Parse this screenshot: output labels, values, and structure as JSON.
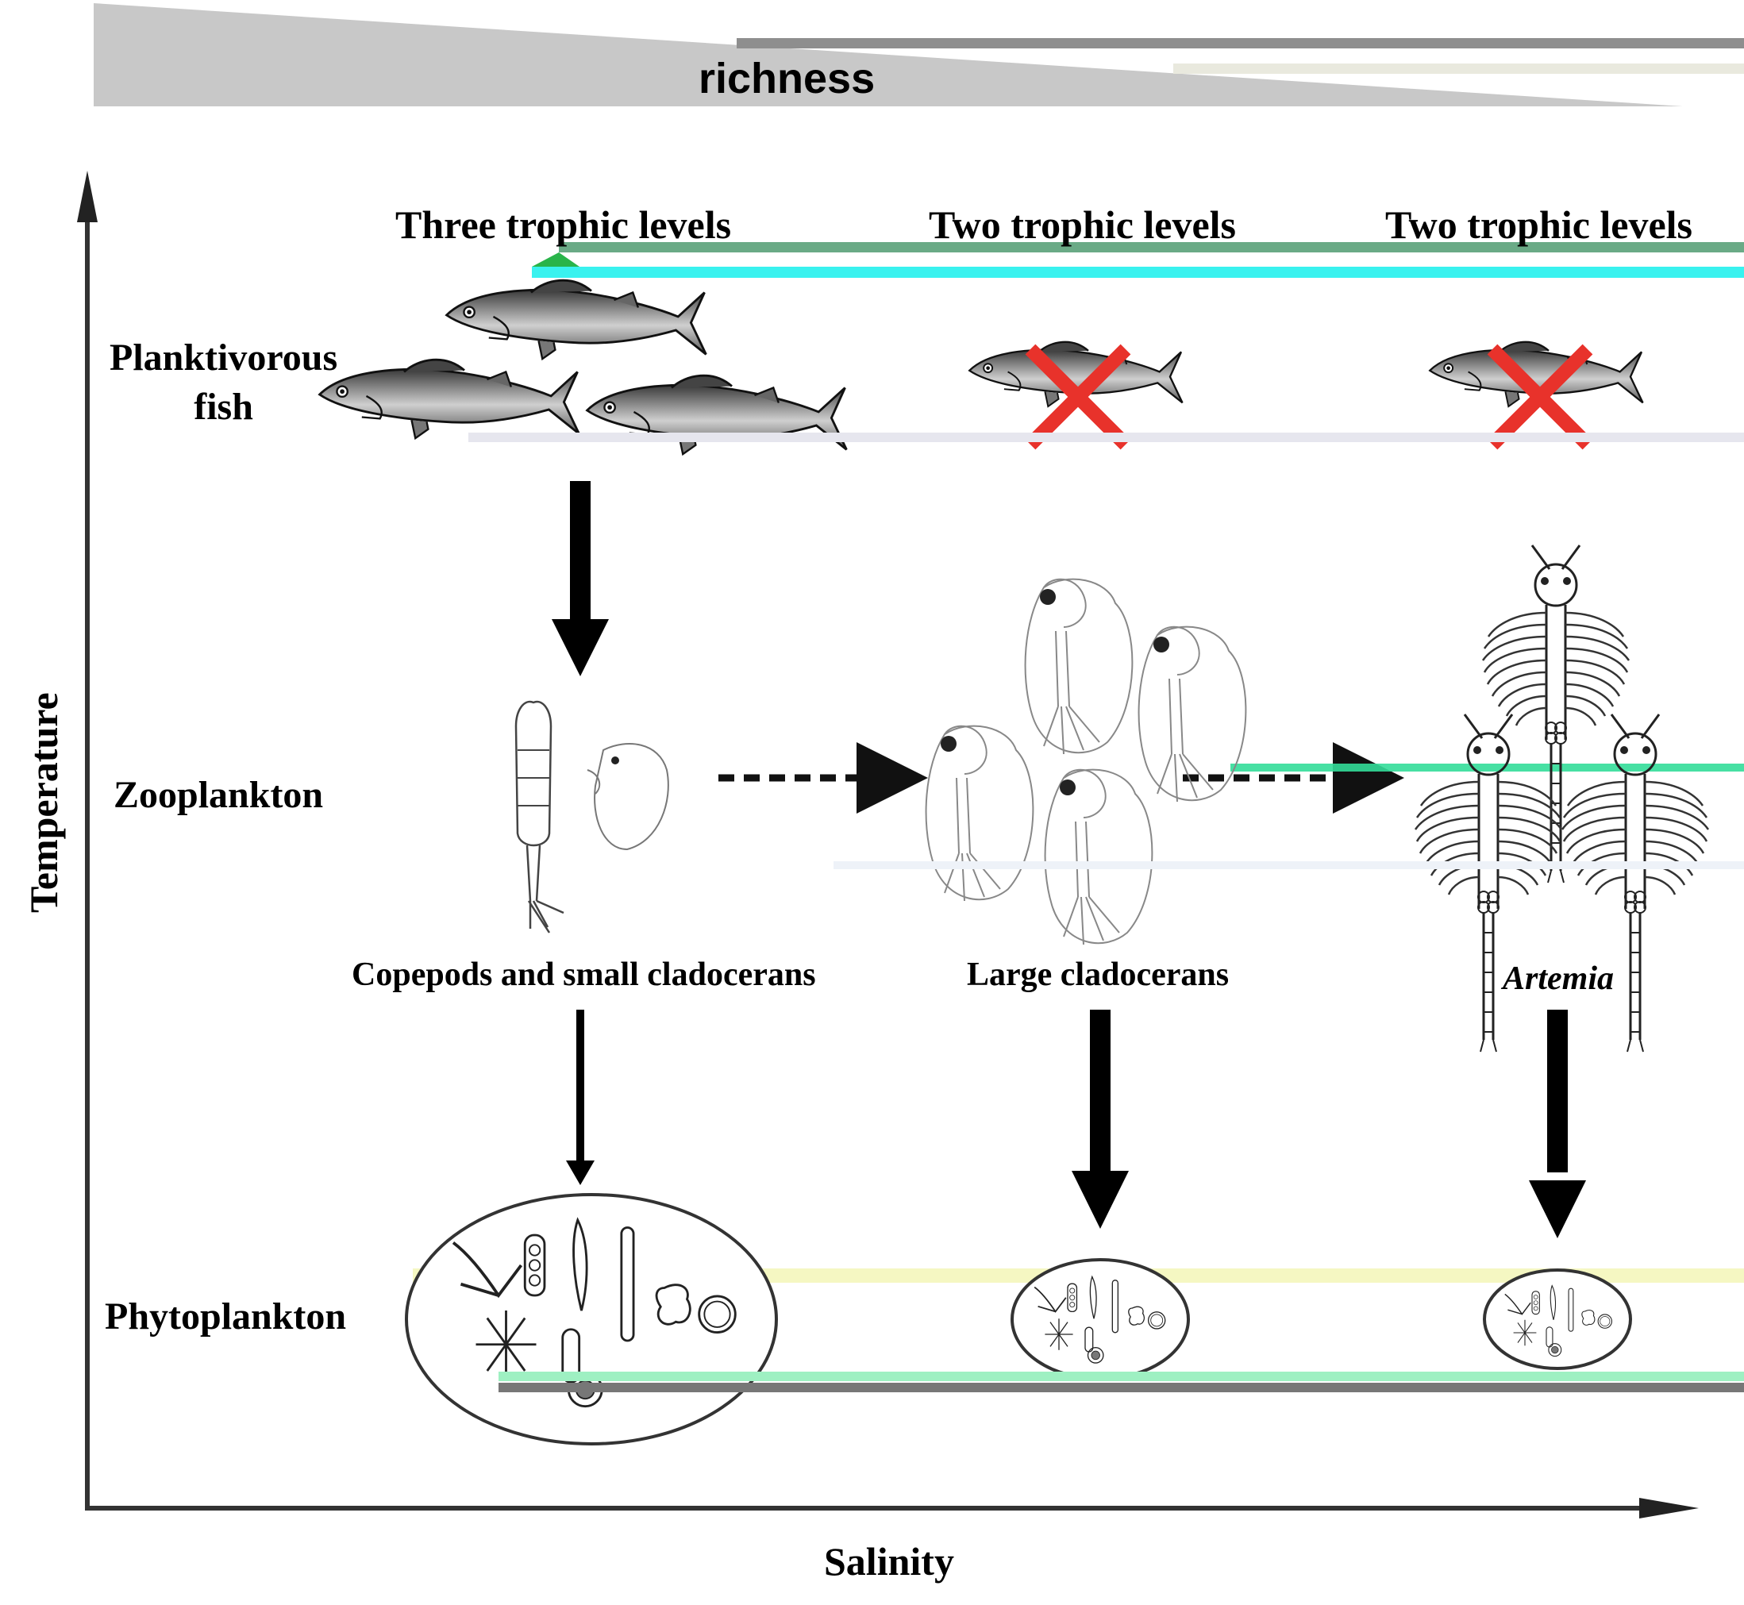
{
  "banner": {
    "label": "richness"
  },
  "axes": {
    "x_label": "Salinity",
    "y_label": "Temperature"
  },
  "columns": [
    {
      "heading": "Three trophic levels",
      "zooplankton_caption": "Copepods and small cladocerans",
      "fish": "present"
    },
    {
      "heading": "Two trophic levels",
      "zooplankton_caption": "Large cladocerans",
      "fish": "absent"
    },
    {
      "heading": "Two trophic levels",
      "zooplankton_caption": "Artemia",
      "fish": "absent"
    }
  ],
  "rows": {
    "fish": "Planktivorous\nfish",
    "zooplankton": "Zooplankton",
    "phytoplankton": "Phytoplankton"
  },
  "colors": {
    "absent_cross": "#e8322b",
    "banner": "#c8c8c8"
  }
}
